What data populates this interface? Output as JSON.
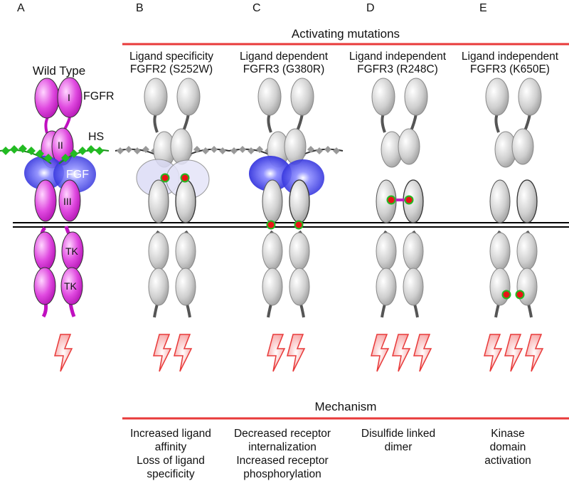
{
  "panels": [
    {
      "letter": "A",
      "title": "Wild Type"
    },
    {
      "letter": "B",
      "line1": "Ligand specificity",
      "line2": "FGFR2 (S252W)"
    },
    {
      "letter": "C",
      "line1": "Ligand dependent",
      "line2": "FGFR3 (G380R)"
    },
    {
      "letter": "D",
      "line1": "Ligand independent",
      "line2": "FGFR3 (R248C)"
    },
    {
      "letter": "E",
      "line1": "Ligand independent",
      "line2": "FGFR3 (K650E)"
    }
  ],
  "headers": {
    "activating": "Activating mutations",
    "mechanism": "Mechanism"
  },
  "wt_labels": {
    "fgfr": "FGFR",
    "hs": "HS",
    "fgf": "FGF",
    "d1": "I",
    "d2": "II",
    "d3": "III",
    "tk1": "TK",
    "tk2": "TK"
  },
  "mechanisms": {
    "B": [
      "Increased ligand",
      "affinity",
      "Loss of ligand",
      "specificity"
    ],
    "C": [
      "Decreased receptor",
      "internalization",
      "Increased receptor",
      "phosphorylation"
    ],
    "D": [
      "Disulfide linked",
      "dimer"
    ],
    "E": [
      "Kinase domain",
      "activation"
    ]
  },
  "colors": {
    "magenta": "#d21ad2",
    "grey": "#b0b0b0",
    "blue": "#3a3ae0",
    "hs_green": "#22bb22",
    "red_line": "#e83a3a",
    "mutation": "#e81515"
  }
}
